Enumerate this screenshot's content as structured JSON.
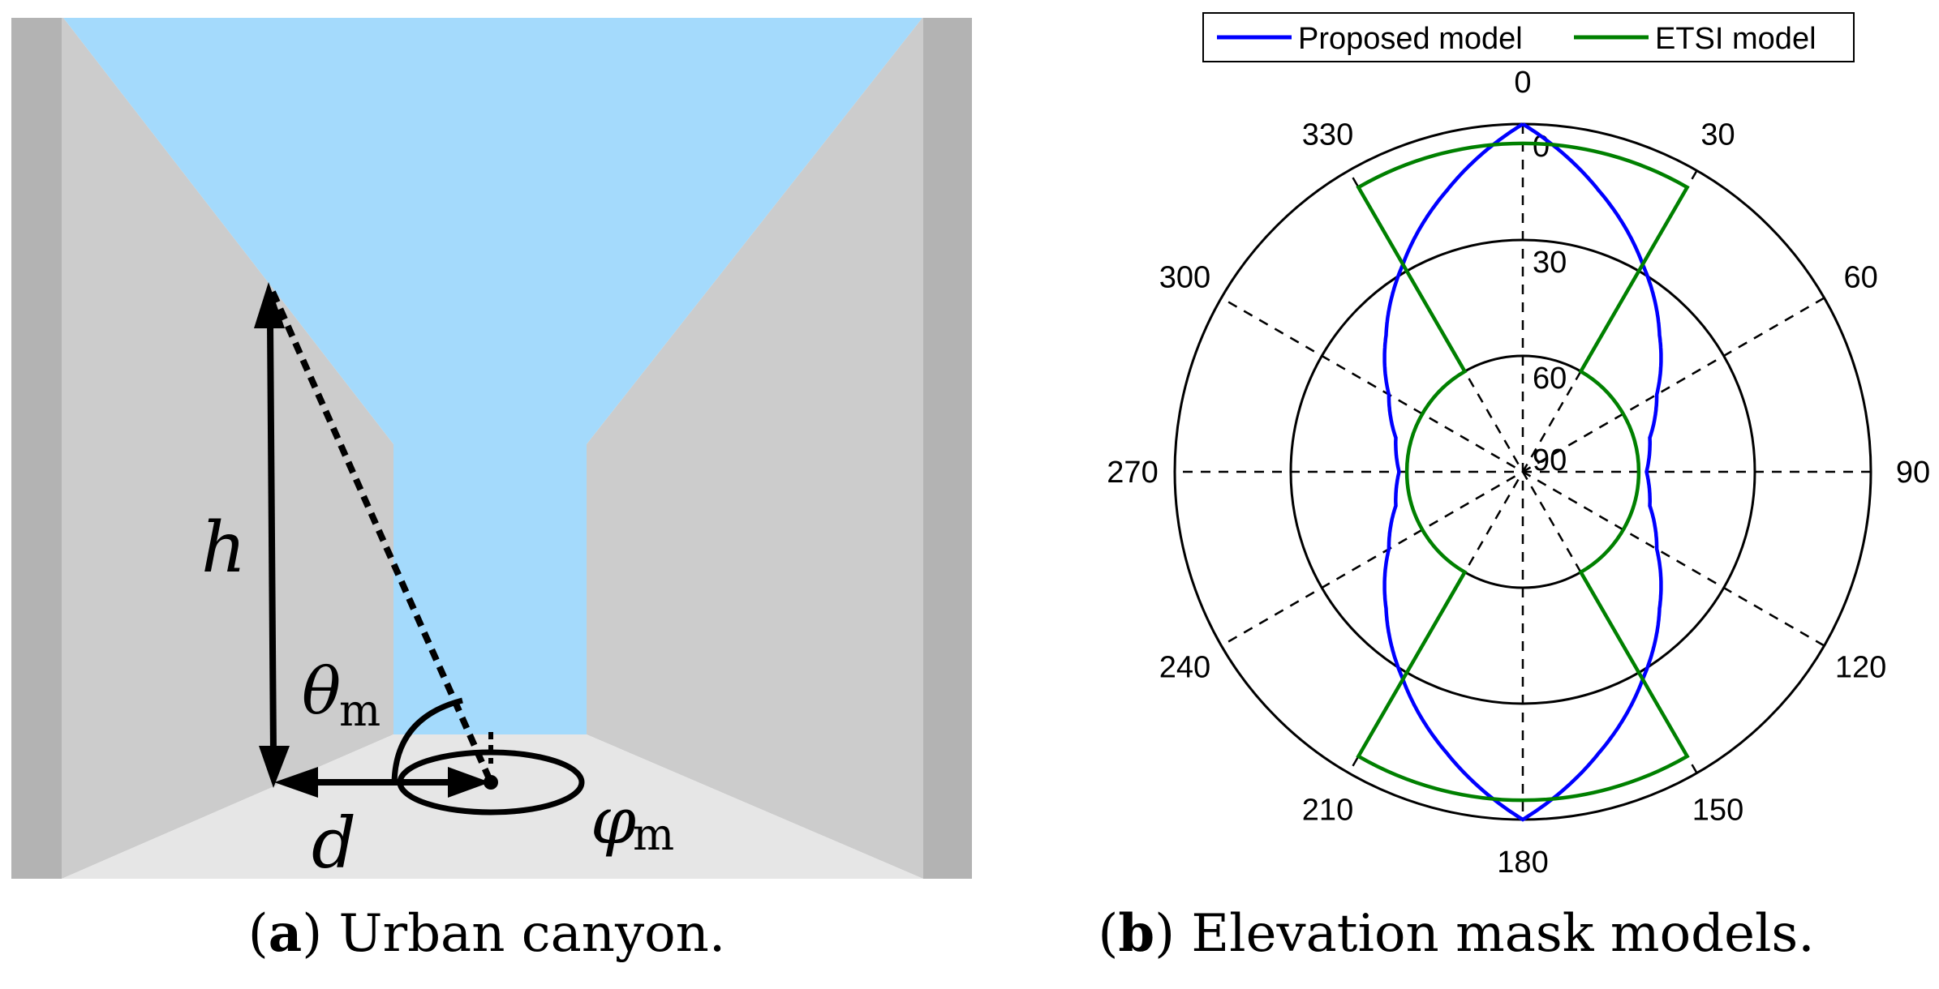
{
  "panel_a": {
    "caption_letter": "a",
    "caption_text": "Urban canyon.",
    "labels": {
      "height": "h",
      "distance": "d",
      "elevation": "θ",
      "elevation_sub": "m",
      "azimuth": "φ",
      "azimuth_sub": "m"
    },
    "colors": {
      "sky": "#a4dafc",
      "wall": "#cccccc",
      "wall_edge": "#b3b3b3",
      "ground": "#e6e6e6"
    }
  },
  "panel_b": {
    "caption_letter": "b",
    "caption_text": "Elevation mask models.",
    "chart_data": {
      "type": "polar",
      "angle_direction": "clockwise",
      "zero_location": "top",
      "angle_ticks": [
        "0",
        "30",
        "60",
        "90",
        "120",
        "150",
        "180",
        "210",
        "240",
        "270",
        "300",
        "330"
      ],
      "radial_ticks": [
        "0",
        "30",
        "60",
        "90"
      ],
      "radial_axis": "elevation mask (deg), 0 at outer ring, 90 at center",
      "legend": {
        "placement": "top",
        "entries": [
          "Proposed model",
          "ETSI model"
        ]
      },
      "series": [
        {
          "name": "Proposed model",
          "color": "#0000ff",
          "azimuth_deg": [
            0,
            15,
            30,
            45,
            60,
            75,
            90,
            105,
            120,
            135,
            150,
            165,
            180,
            195,
            210,
            225,
            240,
            255,
            270,
            285,
            300,
            315,
            330,
            345,
            360
          ],
          "elevation_deg": [
            0,
            14.5,
            28,
            40,
            50,
            56,
            58,
            56,
            50,
            40,
            28,
            14.5,
            0,
            14.5,
            28,
            40,
            50,
            56,
            58,
            56,
            50,
            40,
            28,
            14.5,
            0
          ]
        },
        {
          "name": "ETSI model",
          "color": "#008000",
          "azimuth_deg": [
            0,
            30,
            30,
            60,
            60,
            90,
            120,
            120,
            150,
            150,
            180,
            210,
            210,
            240,
            240,
            270,
            300,
            300,
            330,
            330,
            360
          ],
          "elevation_deg": [
            5,
            5,
            5,
            60,
            60,
            60,
            60,
            60,
            5,
            5,
            5,
            5,
            5,
            60,
            60,
            60,
            60,
            60,
            5,
            5,
            5
          ],
          "segments": [
            {
              "type": "arc",
              "elevation": 5,
              "from_az": -30,
              "to_az": 30
            },
            {
              "type": "radial",
              "az": 30,
              "from_el": 5,
              "to_el": 60
            },
            {
              "type": "arc",
              "elevation": 60,
              "from_az": 30,
              "to_az": 150
            },
            {
              "type": "radial",
              "az": 150,
              "from_el": 60,
              "to_el": 5
            },
            {
              "type": "arc",
              "elevation": 5,
              "from_az": 150,
              "to_az": 210
            },
            {
              "type": "radial",
              "az": 210,
              "from_el": 5,
              "to_el": 60
            },
            {
              "type": "arc",
              "elevation": 60,
              "from_az": 210,
              "to_az": 330
            },
            {
              "type": "radial",
              "az": 330,
              "from_el": 60,
              "to_el": 5
            }
          ]
        }
      ]
    }
  }
}
